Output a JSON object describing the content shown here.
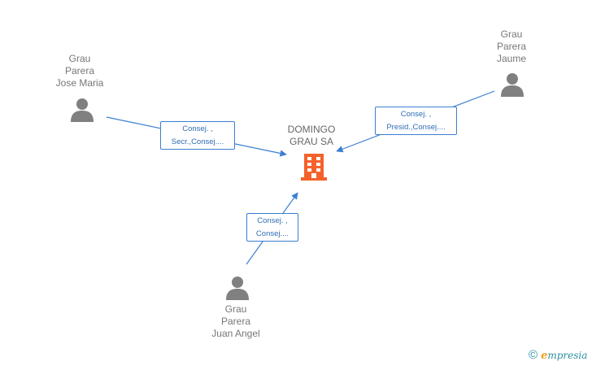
{
  "company": {
    "name_line1": "DOMINGO",
    "name_line2": "GRAU SA",
    "color": "#f4622c"
  },
  "persons": [
    {
      "line1": "Grau",
      "line2": "Parera",
      "line3": "Jose Maria"
    },
    {
      "line1": "Grau",
      "line2": "Parera",
      "line3": "Jaume"
    },
    {
      "line1": "Grau",
      "line2": "Parera",
      "line3": "Juan Angel"
    }
  ],
  "relations": [
    {
      "line1": "Consej. ,",
      "line2": "Secr.,Consej...."
    },
    {
      "line1": "Consej. ,",
      "line2": "Presid.,Consej...."
    },
    {
      "line1": "Consej. ,",
      "line2": "Consej...."
    }
  ],
  "colors": {
    "edge": "#3b7fd1",
    "person_icon": "#808080",
    "label": "#777777"
  },
  "footer": {
    "copyright_symbol": "©",
    "brand_initial": "e",
    "brand_rest": "mpresia"
  }
}
